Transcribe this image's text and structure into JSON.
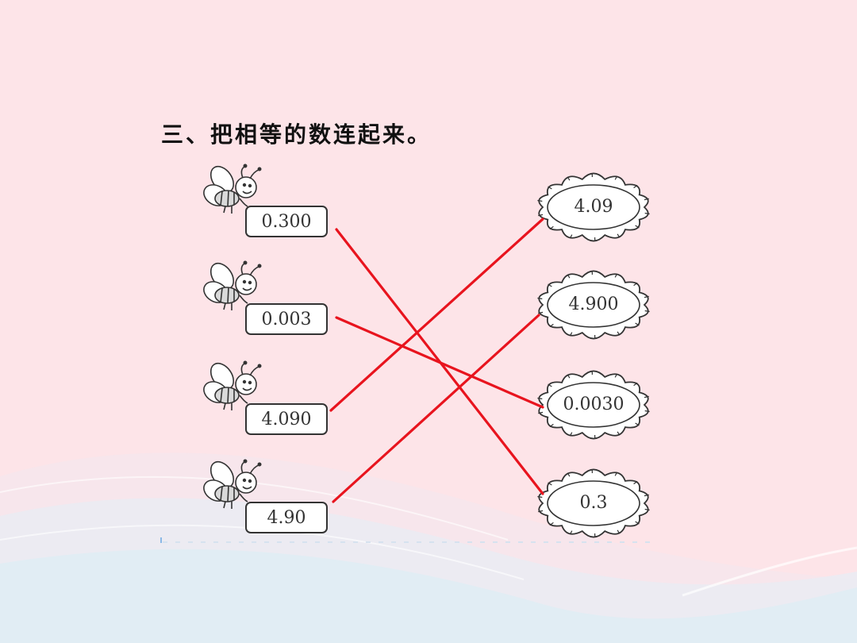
{
  "slide": {
    "title": "三、把相等的数连起来。",
    "left_numbers": [
      "0.300",
      "0.003",
      "4.090",
      "4.90"
    ],
    "right_numbers": [
      "4.09",
      "4.900",
      "0.0030",
      "0.3"
    ],
    "matches": [
      {
        "from": "0.300",
        "to": "0.3"
      },
      {
        "from": "0.003",
        "to": "0.0030"
      },
      {
        "from": "4.090",
        "to": "4.09"
      },
      {
        "from": "4.90",
        "to": "4.900"
      }
    ],
    "colors": {
      "background": "#fde4e8",
      "line": "#e8141e",
      "outline": "#333333",
      "wave": "#e3edf5"
    },
    "icons": [
      "bee-icon",
      "cloud-icon"
    ]
  }
}
